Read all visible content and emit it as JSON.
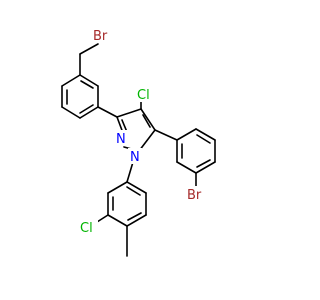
{
  "molecule": {
    "atoms": {
      "br_top": "Br",
      "br_right": "Br",
      "cl_pyrazole": "Cl",
      "cl_aryl": "Cl",
      "n2": "N",
      "n1": "N"
    },
    "colors": {
      "bond": "#000000",
      "bromine": "#a52a2a",
      "chlorine": "#00b400",
      "nitrogen": "#0000ff"
    }
  }
}
